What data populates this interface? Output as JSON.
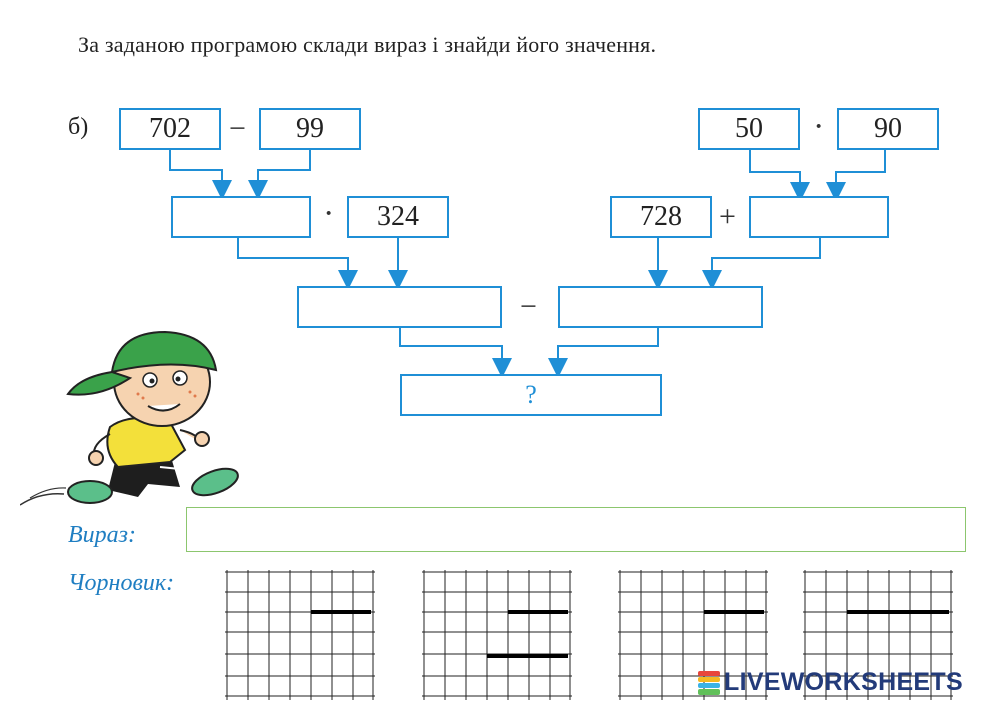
{
  "instruction": "За заданою програмою склади вираз і знайди його значення.",
  "part_label": "б)",
  "left_branch": {
    "top_a": "702",
    "top_op": "−",
    "top_b": "99",
    "mid_op": "·",
    "mid_b": "324"
  },
  "right_branch": {
    "top_a": "50",
    "top_op": "·",
    "top_b": "90",
    "mid_a": "728",
    "mid_op": "+"
  },
  "combine_op": "−",
  "result": "?",
  "expression_label": "Вираз:",
  "draft_label": "Чорновик:",
  "brand": "LIVEWORKSHEETS",
  "colors": {
    "box_border": "#1f8fd6",
    "arrow": "#1f8fd6",
    "label": "#1f7ec2",
    "answer_border": "#8cc66e",
    "brand": "#233b7a"
  }
}
